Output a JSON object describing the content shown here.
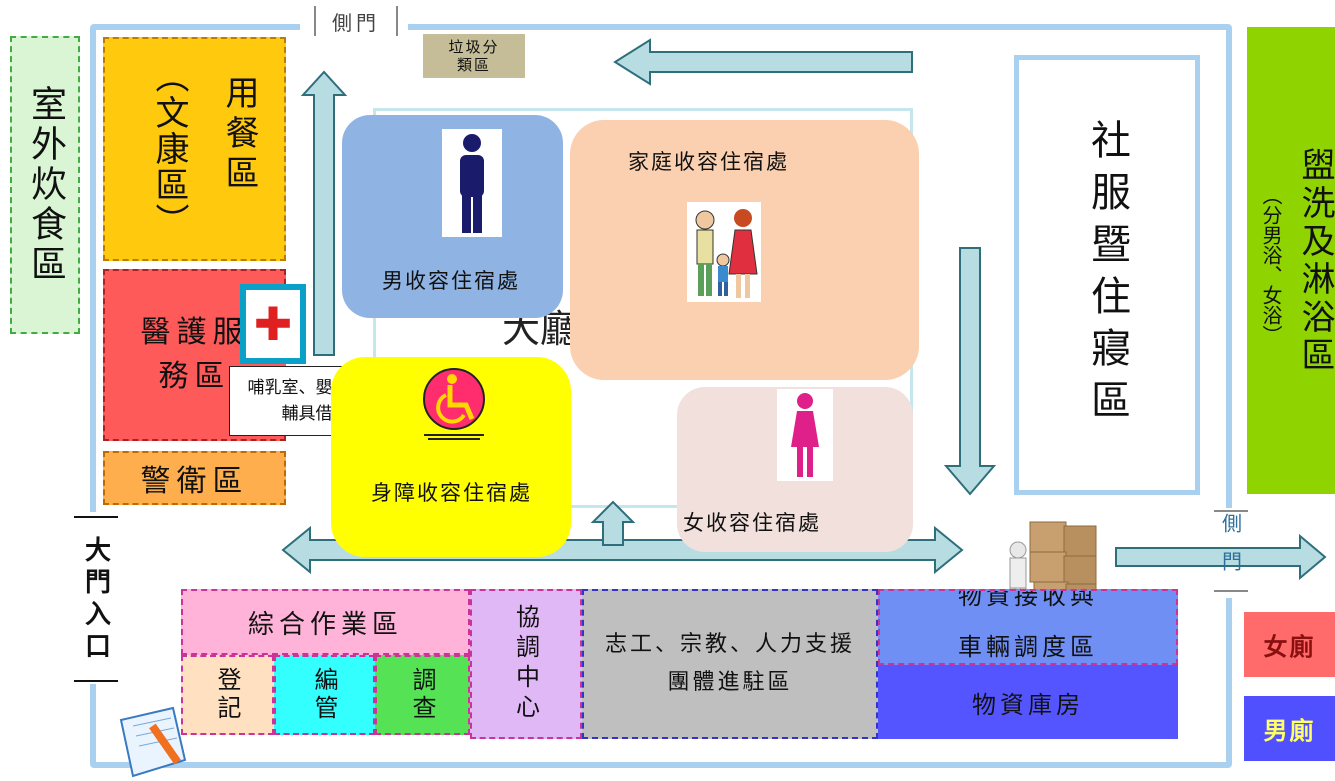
{
  "gates": {
    "side_top": "側門",
    "side_right": "側門",
    "main_entrance": "大門入口"
  },
  "zones": {
    "outdoor_cooking": "室外炊食區",
    "dining": "用餐區",
    "recreation": "（文康區）",
    "medical": "醫護服務區",
    "guard": "警衛區",
    "garbage": "垃圾分類區",
    "nursing_note": "哺乳室、嬰兒車及輔具借用",
    "social_service": "社服暨住寢區",
    "washing_title": "盥洗及淋浴區",
    "washing_note": "（分男浴、女浴）",
    "general_ops": "綜合作業區",
    "register": "登記",
    "assign": "編管",
    "survey": "調查",
    "coordination": "協調中心",
    "volunteer": "志工、宗教、人力支援團體進駐區",
    "supply_dispatch_line1": "物資接收與",
    "supply_dispatch_line2": "車輛調度區",
    "storage": "物資庫房",
    "women_toilet": "女廁",
    "men_toilet": "男廁"
  },
  "rooms": {
    "men": "男收容住宿處",
    "family": "家庭收容住宿處",
    "disabled": "身障收容住宿處",
    "women": "女收容住宿處",
    "hall_partial": "大廳"
  },
  "icons": [
    "medical-cross-icon",
    "man-icon",
    "woman-icon",
    "wheelchair-icon",
    "family-icon",
    "boxes-icon",
    "notebook-icon"
  ],
  "colors": {
    "outer_border": "#a9d0ee",
    "arrow": "#b7dde3",
    "arrow_stroke": "#2e6f7c",
    "outdoor": "#d9f5d3",
    "dining": "#ffc90e",
    "medical": "#ff5a5a",
    "guard": "#ffae4d",
    "men_room": "#8fb4e3",
    "family_room": "#fad0b0",
    "disabled_room": "#ffff00",
    "women_room": "#f2e0dc",
    "washing": "#8fd400",
    "general": "#ffb3d9",
    "register": "#ffe0c0",
    "assign": "#33ffff",
    "survey": "#55e255",
    "coordination": "#e0b8f5",
    "volunteer": "#bfbfbf",
    "dispatch": "#6f8ff5",
    "storage": "#5555ff",
    "women_toilet": "#ff6a6a",
    "men_toilet": "#5050ff"
  }
}
